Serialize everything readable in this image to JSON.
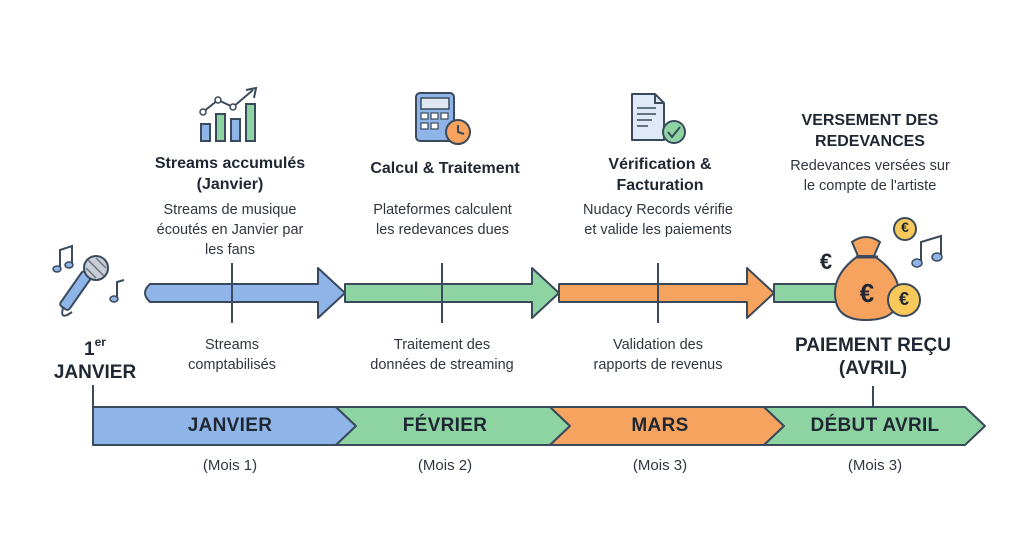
{
  "start": {
    "number": "1",
    "superscript": "er",
    "label": "JANVIER"
  },
  "stages": [
    {
      "title_line1": "Streams accumulés",
      "title_line2": "(Janvier)",
      "desc_line1": "Streams de musique",
      "desc_line2": "écoutés en Janvier par",
      "desc_line3": "les fans",
      "event_line1": "Streams",
      "event_line2": "comptabilisés"
    },
    {
      "title_line1": "Calcul & Traitement",
      "title_line2": "",
      "desc_line1": "Plateformes calculent",
      "desc_line2": "les redevances dues",
      "desc_line3": "",
      "event_line1": "Traitement des",
      "event_line2": "données de streaming"
    },
    {
      "title_line1": "Vérification &",
      "title_line2": "Facturation",
      "desc_line1": "Nudacy Records vérifie",
      "desc_line2": "et valide les paiements",
      "desc_line3": "",
      "event_line1": "Validation des",
      "event_line2": "rapports de revenus"
    },
    {
      "title_line1": "VERSEMENT DES",
      "title_line2": "REDEVANCES",
      "desc_line1": "Redevances versées sur",
      "desc_line2": "le compte de l'artiste",
      "desc_line3": "",
      "event_line1": "PAIEMENT REÇU",
      "event_line2": "(AVRIL)"
    }
  ],
  "months": [
    {
      "name": "JANVIER",
      "sub": "(Mois 1)",
      "color": "#8fb4e8"
    },
    {
      "name": "FÉVRIER",
      "sub": "(Mois 2)",
      "color": "#8ed4a3"
    },
    {
      "name": "MARS",
      "sub": "(Mois 3)",
      "color": "#f5a35f"
    },
    {
      "name": "DÉBUT AVRIL",
      "sub": "(Mois 3)",
      "color": "#8ed4a3"
    }
  ],
  "arrow_colors": {
    "blue": "#8fb4e8",
    "green": "#8ed4a3",
    "orange": "#f5a35f",
    "outline": "#3a4a5c"
  },
  "icons": [
    "microphone-icon",
    "music-note-icon",
    "chart-up-icon",
    "calculator-icon",
    "clock-icon",
    "invoice-check-icon",
    "money-bag-icon",
    "euro-coin-icon"
  ],
  "currency_symbol": "€"
}
